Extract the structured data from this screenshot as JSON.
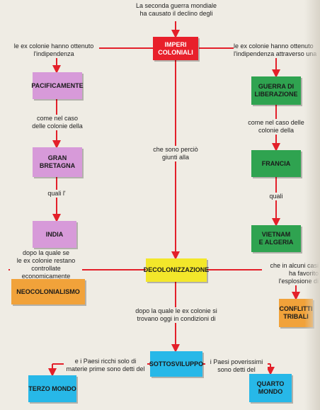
{
  "nodes": {
    "imperi": "IMPERI\nCOLONIALI",
    "pacificamente": "PACIFICAMENTE",
    "guerra": "GUERRA DI\nLIBERAZIONE",
    "gran_bretagna": "GRAN\nBRETAGNA",
    "francia": "FRANCIA",
    "india": "INDIA",
    "vietnam": "VIETNAM\nE ALGERIA",
    "decolonizzazione": "DECOLONIZZAZIONE",
    "neocolonialismo": "NEOCOLONIALISMO",
    "conflitti": "CONFLITTI\nTRIBALI",
    "sottosviluppo": "SOTTOSVILUPPO",
    "terzo_mondo": "TERZO MONDO",
    "quarto_mondo": "QUARTO\nMONDO"
  },
  "labels": {
    "top": "La seconda guerra mondiale\nha causato il declino degli",
    "left_indip": "le ex colonie hanno ottenuto\nl'indipendenza",
    "right_indip": "le ex colonie hanno ottenuto\nl'indipendenza attraverso una",
    "left_caso": "come nel caso\ndelle colonie della",
    "right_caso": "come nel caso delle\ncolonie della",
    "quali_l": "quali l'",
    "quali": "quali",
    "giunti": "che sono perciò\ngiunti alla",
    "dopo_se": "dopo la quale se\nle ex colonie restano\ncontrollate\neconomicamente\nsi parla di",
    "alcuni_casi": "che in alcuni casi\nha favorito\nl'esplosione di",
    "dopo_condizioni": "dopo la quale le ex colonie si\ntrovano oggi in condizioni di",
    "ricchi": "e i Paesi ricchi solo di\nmaterie prime sono detti del",
    "poverissimi": "i Paesi poverissimi\nsono detti del"
  },
  "colors": {
    "red": "#e8202b",
    "green": "#2fa350",
    "pink": "#d79ad9",
    "yellow": "#f3e72a",
    "orange": "#f1a23a",
    "blue": "#27b8e8",
    "line": "#e3202a"
  }
}
